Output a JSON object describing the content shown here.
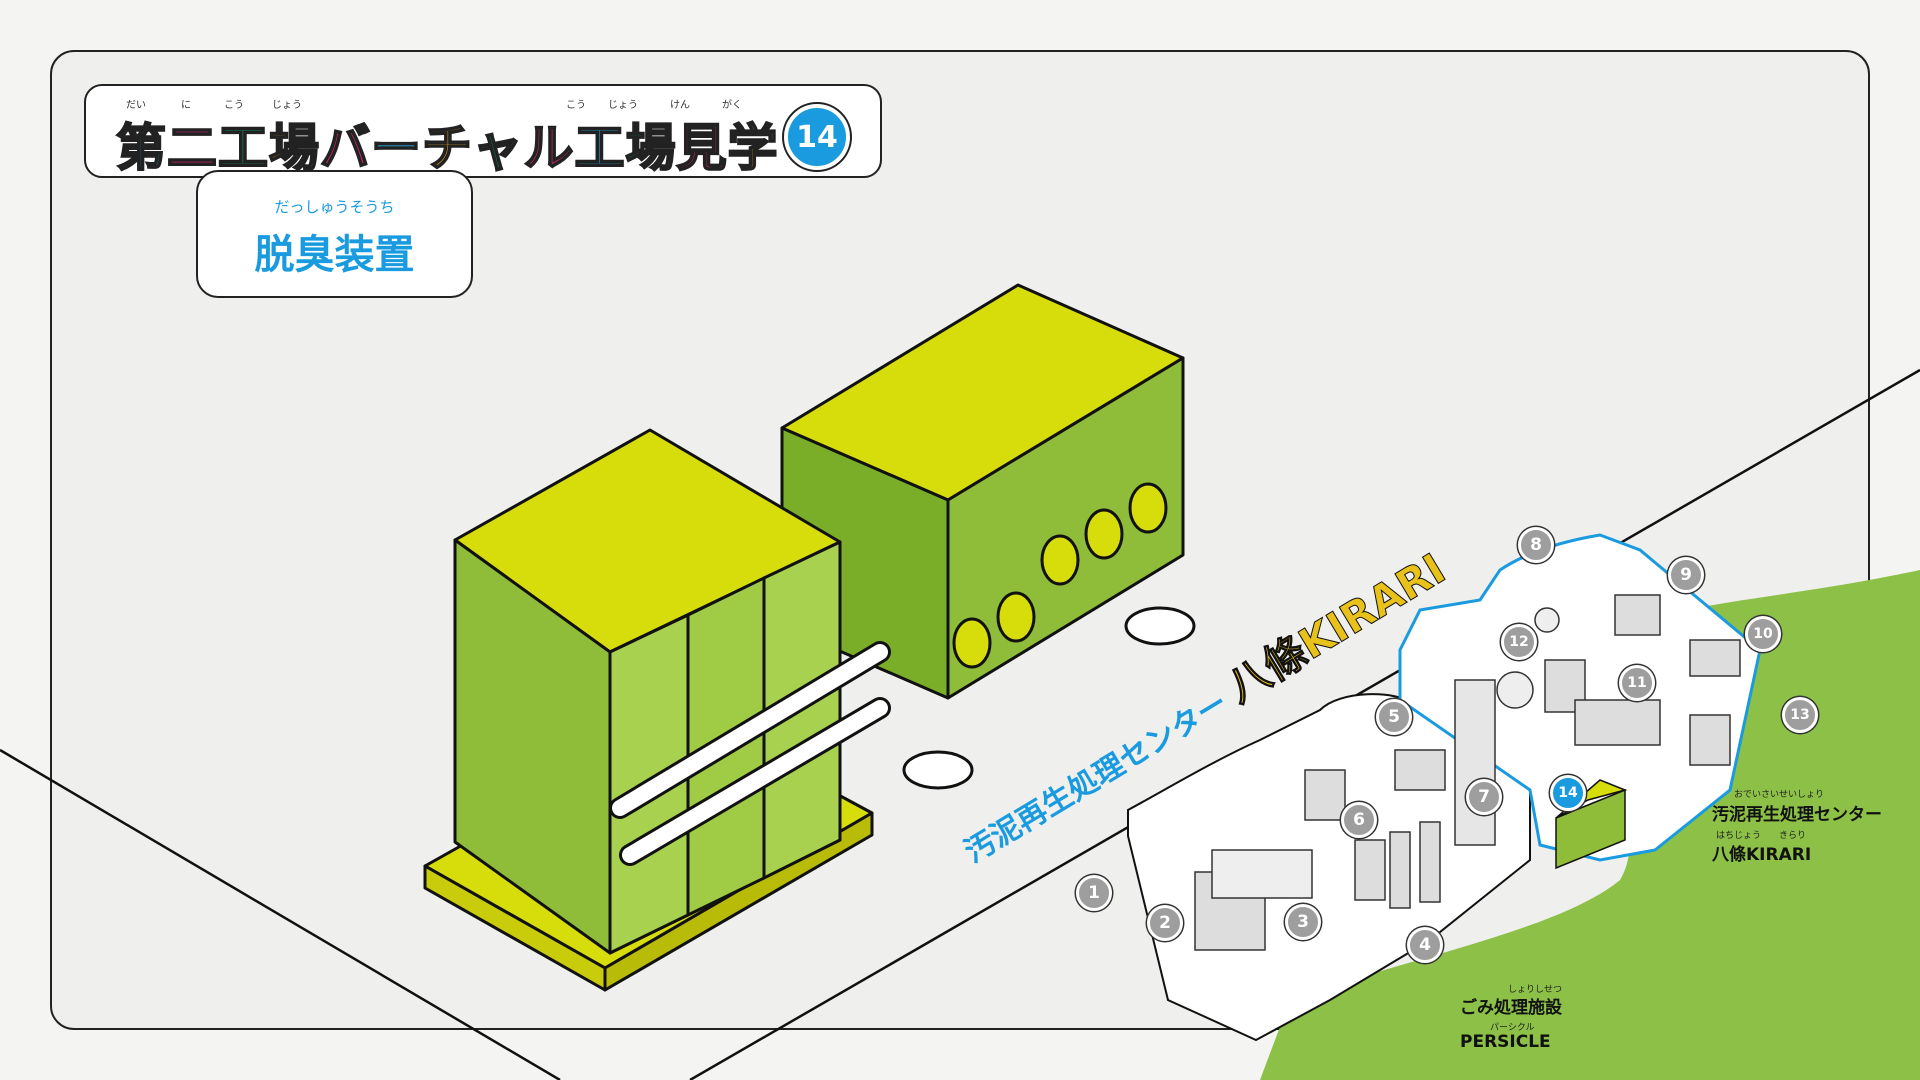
{
  "title": {
    "text": "第二工場バーチャル工場見学",
    "ruby": [
      "だい",
      "に",
      "こう",
      "じょう",
      "こう",
      "じょう",
      "けん",
      "がく"
    ],
    "badge": "14",
    "colors": [
      "#27a6e0",
      "#e5277a",
      "#0b9e6b",
      "#e8a51c",
      "#e5277a",
      "#27a6e0",
      "#e8a51c",
      "#0b9e6b",
      "#e5277a",
      "#27a6e0",
      "#0b9e6b",
      "#e5277a",
      "#e8a51c"
    ]
  },
  "subtitle": {
    "ruby": "だっしゅうそうち",
    "text": "脱臭装置"
  },
  "map": {
    "road_label": "汚泥再生処理センター 八條KIRARI",
    "road_label_part1": "汚泥再生処理センター",
    "road_label_part2": "八條KIRARI",
    "sludge_center": {
      "ruby1": "おでいさいせいしょり",
      "name": "汚泥再生処理センター",
      "ruby2": "はちじょう　　きらり",
      "brand": "八條KIRARI"
    },
    "waste_facility": {
      "ruby1": "しょりしせつ",
      "name": "ごみ処理施設",
      "ruby2": "パーシクル",
      "brand": "PERSICLE"
    },
    "stops": [
      {
        "n": "1"
      },
      {
        "n": "2"
      },
      {
        "n": "3"
      },
      {
        "n": "4"
      },
      {
        "n": "5"
      },
      {
        "n": "6"
      },
      {
        "n": "7"
      },
      {
        "n": "8"
      },
      {
        "n": "9"
      },
      {
        "n": "10"
      },
      {
        "n": "11"
      },
      {
        "n": "12"
      },
      {
        "n": "13"
      },
      {
        "n": "14",
        "current": true
      }
    ]
  },
  "colors": {
    "accent_blue": "#1a9be0",
    "lime_top": "#d7dc0b",
    "green_front": "#8fbd3a",
    "green_side": "#7aad28",
    "map_green": "#8cc047",
    "stop_gray": "#9e9e9e"
  },
  "icons": [
    "deodorizer-machine-illustration",
    "facility-map-illustration",
    "car-icon",
    "truck-icon"
  ]
}
